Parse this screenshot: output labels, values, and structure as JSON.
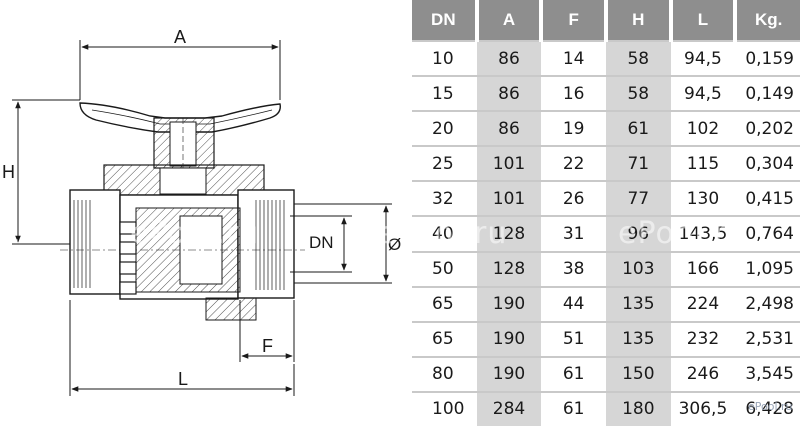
{
  "dimension_labels": {
    "a": "A",
    "h": "H",
    "dn": "DN",
    "diameter": "Ø",
    "f": "F",
    "l": "L"
  },
  "table": {
    "headers": [
      "DN",
      "A",
      "F",
      "H",
      "L",
      "Kg."
    ],
    "rows": [
      [
        "10",
        "86",
        "14",
        "58",
        "94,5",
        "0,159"
      ],
      [
        "15",
        "86",
        "16",
        "58",
        "94,5",
        "0,149"
      ],
      [
        "20",
        "86",
        "19",
        "61",
        "102",
        "0,202"
      ],
      [
        "25",
        "101",
        "22",
        "71",
        "115",
        "0,304"
      ],
      [
        "32",
        "101",
        "26",
        "77",
        "130",
        "0,415"
      ],
      [
        "40",
        "128",
        "31",
        "96",
        "143,5",
        "0,764"
      ],
      [
        "50",
        "128",
        "38",
        "103",
        "166",
        "1,095"
      ],
      [
        "65",
        "190",
        "44",
        "135",
        "224",
        "2,498"
      ],
      [
        "65",
        "190",
        "51",
        "135",
        "232",
        "2,531"
      ],
      [
        "80",
        "190",
        "61",
        "150",
        "246",
        "3,545"
      ],
      [
        "100",
        "284",
        "61",
        "180",
        "306,5",
        "6,428"
      ]
    ]
  },
  "watermarks": [
    "l.ru",
    "ePool.ru",
    "ePool.ru",
    "ePool.ru"
  ],
  "watermark_small": "ePool.ru",
  "colors": {
    "header_bg": "#8e8e8e",
    "shade": "#d6d6d6",
    "line": "#1a1a1a"
  }
}
